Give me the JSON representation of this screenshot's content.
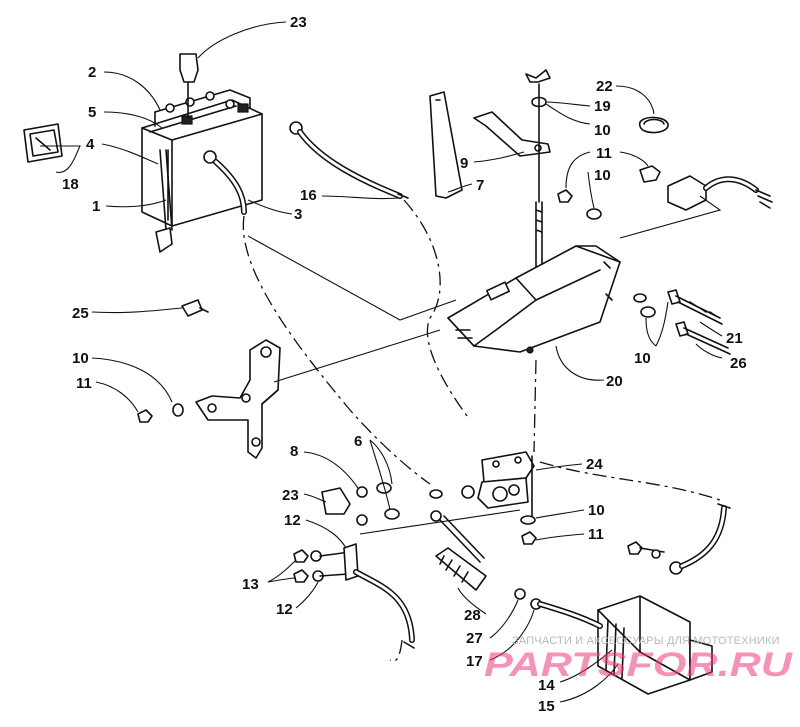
{
  "diagram": {
    "callouts": [
      {
        "id": "c23a",
        "text": "23"
      },
      {
        "id": "c2",
        "text": "2"
      },
      {
        "id": "c5",
        "text": "5"
      },
      {
        "id": "c4",
        "text": "4"
      },
      {
        "id": "c18",
        "text": "18"
      },
      {
        "id": "c1",
        "text": "1"
      },
      {
        "id": "c16",
        "text": "16"
      },
      {
        "id": "c3",
        "text": "3"
      },
      {
        "id": "c7",
        "text": "7"
      },
      {
        "id": "c9",
        "text": "9"
      },
      {
        "id": "c22",
        "text": "22"
      },
      {
        "id": "c19",
        "text": "19"
      },
      {
        "id": "c10a",
        "text": "10"
      },
      {
        "id": "c11a",
        "text": "11"
      },
      {
        "id": "c10b",
        "text": "10"
      },
      {
        "id": "c25",
        "text": "25"
      },
      {
        "id": "c10c",
        "text": "10"
      },
      {
        "id": "c11b",
        "text": "11"
      },
      {
        "id": "c21",
        "text": "21"
      },
      {
        "id": "c10d",
        "text": "10"
      },
      {
        "id": "c26",
        "text": "26"
      },
      {
        "id": "c20",
        "text": "20"
      },
      {
        "id": "c8",
        "text": "8"
      },
      {
        "id": "c6",
        "text": "6"
      },
      {
        "id": "c24",
        "text": "24"
      },
      {
        "id": "c23b",
        "text": "23"
      },
      {
        "id": "c12a",
        "text": "12"
      },
      {
        "id": "c10e",
        "text": "10"
      },
      {
        "id": "c11c",
        "text": "11"
      },
      {
        "id": "c13",
        "text": "13"
      },
      {
        "id": "c12b",
        "text": "12"
      },
      {
        "id": "c28",
        "text": "28"
      },
      {
        "id": "c27",
        "text": "27"
      },
      {
        "id": "c17",
        "text": "17"
      },
      {
        "id": "c14",
        "text": "14"
      },
      {
        "id": "c15",
        "text": "15"
      }
    ]
  },
  "watermark": {
    "caption": "ЗАПЧАСТИ И АКСЕССУАРЫ ДЛЯ МОТОТЕХНИКИ",
    "brand": "PARTSFOR.RU",
    "color": "#ee3a7d"
  }
}
